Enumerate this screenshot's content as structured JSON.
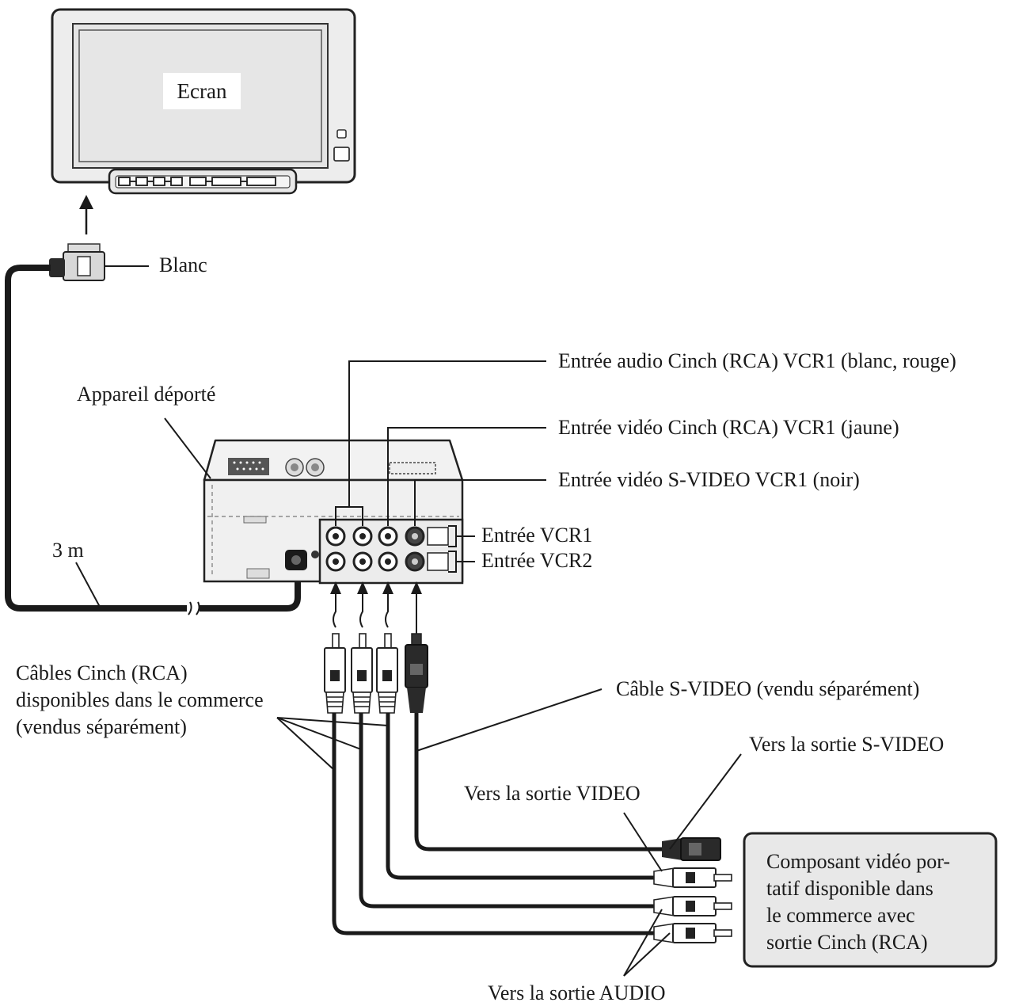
{
  "labels": {
    "ecran": "Ecran",
    "blanc": "Blanc",
    "appareil": "Appareil déporté",
    "length": "3 m",
    "audio_in": "Entrée audio Cinch (RCA) VCR1 (blanc, rouge)",
    "video_in": "Entrée vidéo Cinch (RCA) VCR1 (jaune)",
    "svideo_in": "Entrée vidéo S-VIDEO VCR1 (noir)",
    "vcr1": "Entrée VCR1",
    "vcr2": "Entrée VCR2",
    "rca_cables_1": "Câbles Cinch (RCA)",
    "rca_cables_2": "disponibles dans le commerce",
    "rca_cables_3": "(vendus séparément)",
    "svideo_cable": "Câble S-VIDEO (vendu séparément)",
    "to_svideo": "Vers la sortie S-VIDEO",
    "to_video": "Vers la sortie VIDEO",
    "to_audio": "Vers la sortie AUDIO"
  },
  "component_box": {
    "line1": "Composant vidéo por-",
    "line2": "tatif disponible dans",
    "line3": "le commerce avec",
    "line4": "sortie Cinch (RCA)"
  }
}
